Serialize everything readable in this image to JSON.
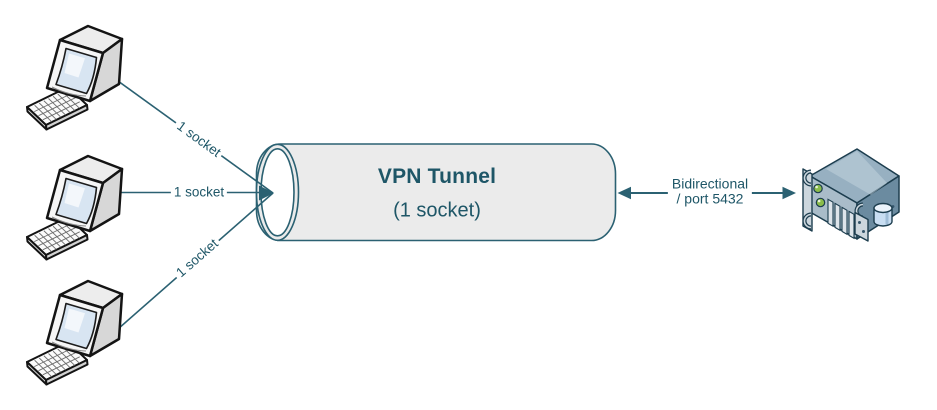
{
  "diagram": {
    "clients": [
      {
        "icon": "workstation-icon",
        "link_label": "1 socket"
      },
      {
        "icon": "workstation-icon",
        "link_label": "1 socket"
      },
      {
        "icon": "workstation-icon",
        "link_label": "1 socket"
      }
    ],
    "tunnel": {
      "title": "VPN Tunnel",
      "subtitle": "(1 socket)"
    },
    "server": {
      "icon": "server-icon"
    },
    "server_link": {
      "line1": "Bidirectional",
      "line2": "/ port 5432"
    },
    "colors": {
      "connector": "#2b6172",
      "label_text": "#1e5667",
      "tunnel_fill": "#ebebeb",
      "tunnel_stroke": "#2b6172"
    }
  }
}
